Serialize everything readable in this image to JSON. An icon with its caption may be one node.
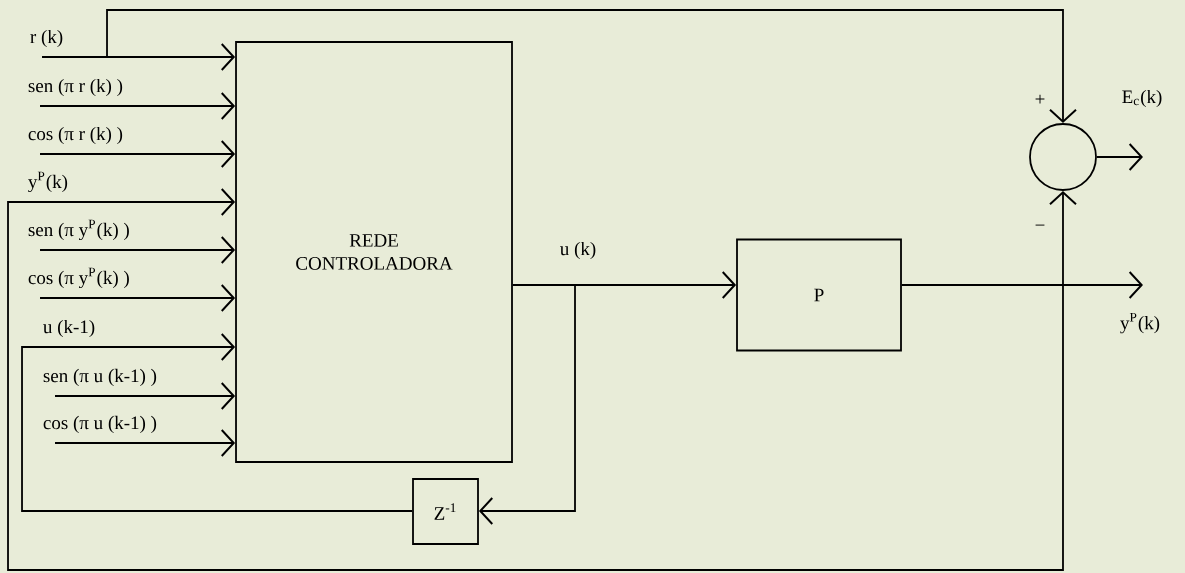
{
  "diagram": {
    "nodes": [
      {
        "text": [
          "REDE CONTROLADORA"
        ]
      },
      {
        "text": [
          "P"
        ]
      },
      {
        "text": [
          "Z$^{-1}$"
        ]
      },
      {
        "text": [],
        "shape": "circle"
      }
    ],
    "edges": [
      {
        "from": null,
        "to": 0,
        "arrow": "to",
        "label": "r (k)"
      },
      {
        "from": null,
        "to": 0,
        "arrow": "to",
        "label": "sen (π  r (k) )"
      },
      {
        "from": null,
        "to": 0,
        "arrow": "to",
        "label": "cos (π  r (k) )"
      },
      {
        "from": 3,
        "to": 0,
        "arrow": "both",
        "label": "y$^{P}$(k)"
      },
      {
        "from": null,
        "to": 0,
        "arrow": "to",
        "label": "sen (π  y$^{P}$(k) )"
      },
      {
        "from": null,
        "to": 0,
        "arrow": "to",
        "label": "cos (π  y$^{P}$(k) )"
      },
      {
        "from": 2,
        "to": 0,
        "arrow": "to",
        "label": "u (k-1)"
      },
      {
        "from": null,
        "to": 0,
        "arrow": "to",
        "label": "sen (π  u (k-1) )"
      },
      {
        "from": null,
        "to": 0,
        "arrow": "to",
        "label": "cos (π  u (k-1) )"
      },
      {
        "from": null,
        "to": 3,
        "arrow": "to"
      },
      {
        "from": 0,
        "to": 1,
        "arrow": "to",
        "label": "u (k)"
      },
      {
        "from": 0,
        "to": 2,
        "arrow": "to"
      },
      {
        "from": 1,
        "to": null,
        "arrow": "to",
        "label": "y$^{P}$(k)"
      },
      {
        "from": 3,
        "to": null,
        "arrow": "to",
        "label": "E$_{c}$(k)"
      }
    ],
    "labels": [
      "+",
      "−"
    ]
  }
}
